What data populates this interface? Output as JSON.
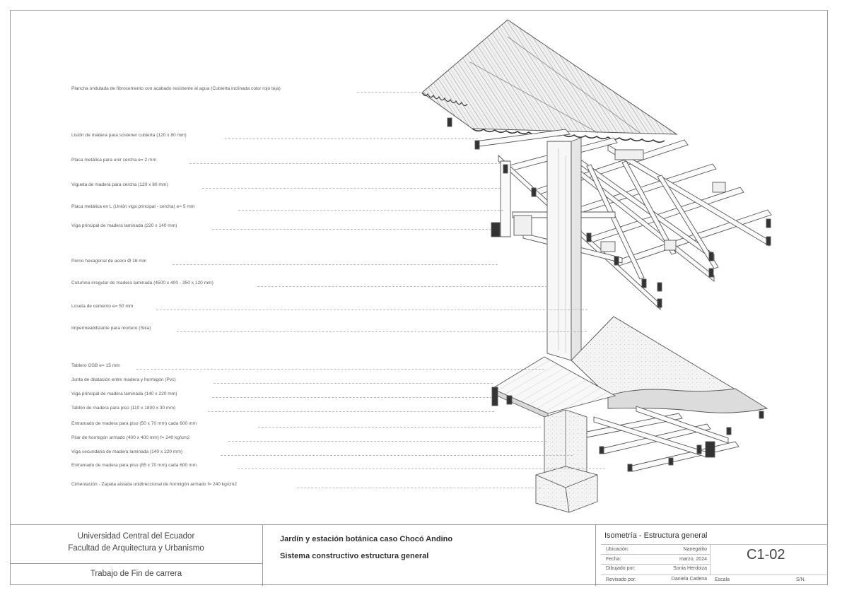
{
  "labels": [
    "Plancha ondulada de fibrocemento con acabado resistente al agua (Cubierta inclinada color rojo teja)",
    "Listón de madera para sostener cubierta (120 x 80  mm)",
    "Placa metálica para unir cercha  e= 2 mm",
    "Vigueta de madera para cercha (120 x 80 mm)",
    "Placa metálica en L (Unión viga principal - cercha)  e= 5 mm",
    "Viga principal de madera laminada (220 x 140 mm)",
    "Perno hexagonal de acero  Ø 16 mm",
    "Columna irregular de madera laminada (4500 x 400 - 350 x 120  mm)",
    "Loseta de cemento  e= 50 mm",
    "Impermeabilizante para mortero (Sika)",
    "Tablero OSB  e= 15 mm",
    "Junta de dilatación entre madera y hormigón (Pvc)",
    "Viga principal de madera laminada (140 x 220 mm)",
    "Tablón de madera para piso (110 x 1800 x 30 mm)",
    "Entramado de madera para piso (50 x 70 mm) cada 600 mm",
    "Pilar de hormigón armado (400 x 400 mm)  f= 240 kg/cm2",
    "Viga secundaria de madera laminada (140 x 220 mm)",
    "Entramado de madera para piso (85 x 70 mm) cada 600 mm",
    "Cimentación - Zapata aislada unidireccional de hormigón armado  f= 240 kg/cm2"
  ],
  "title_block": {
    "university": "Universidad Central del Ecuador",
    "faculty": "Facultad de Arquitectura y Urbanismo",
    "work": "Trabajo de Fin de carrera",
    "project": "Jardín y estación botánica caso Chocó Andino",
    "subtitle": "Sistema constructivo estructura general",
    "sheet_title": "Isometría - Estructura general",
    "location_label": "Ubicación:",
    "location": "Nanegalito",
    "date_label": "Fecha:",
    "date": "marzo, 2024",
    "drawn_label": "Dibujado por:",
    "drawn": "Sonia Herdoiza",
    "reviewed_label": "Revisado por:",
    "reviewed": "Daniela Cadena",
    "scale_label": "Escala",
    "scale": "S/N",
    "code": "C1-02"
  }
}
